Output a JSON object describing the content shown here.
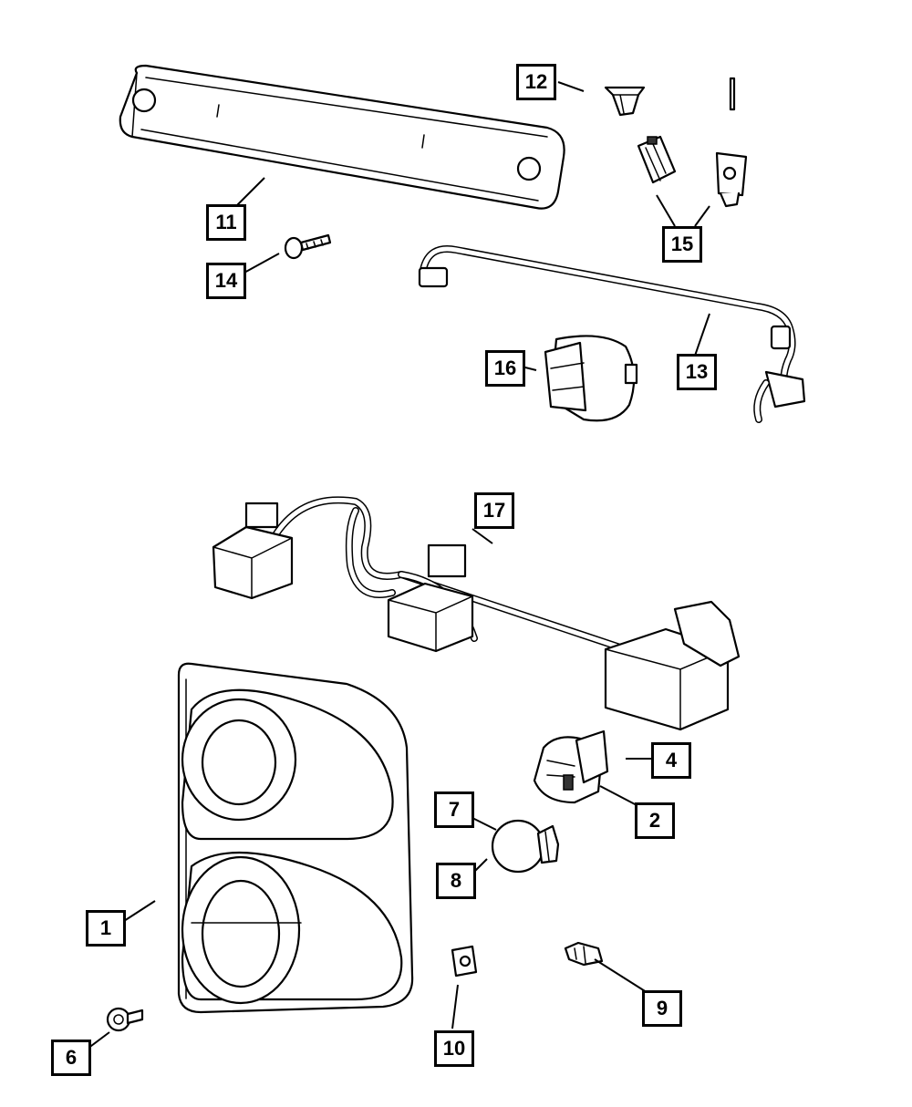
{
  "callouts": {
    "c1": "1",
    "c2": "2",
    "c4": "4",
    "c6": "6",
    "c7": "7",
    "c8": "8",
    "c9": "9",
    "c10": "10",
    "c11": "11",
    "c12": "12",
    "c13": "13",
    "c14": "14",
    "c15": "15",
    "c16": "16",
    "c17": "17"
  }
}
